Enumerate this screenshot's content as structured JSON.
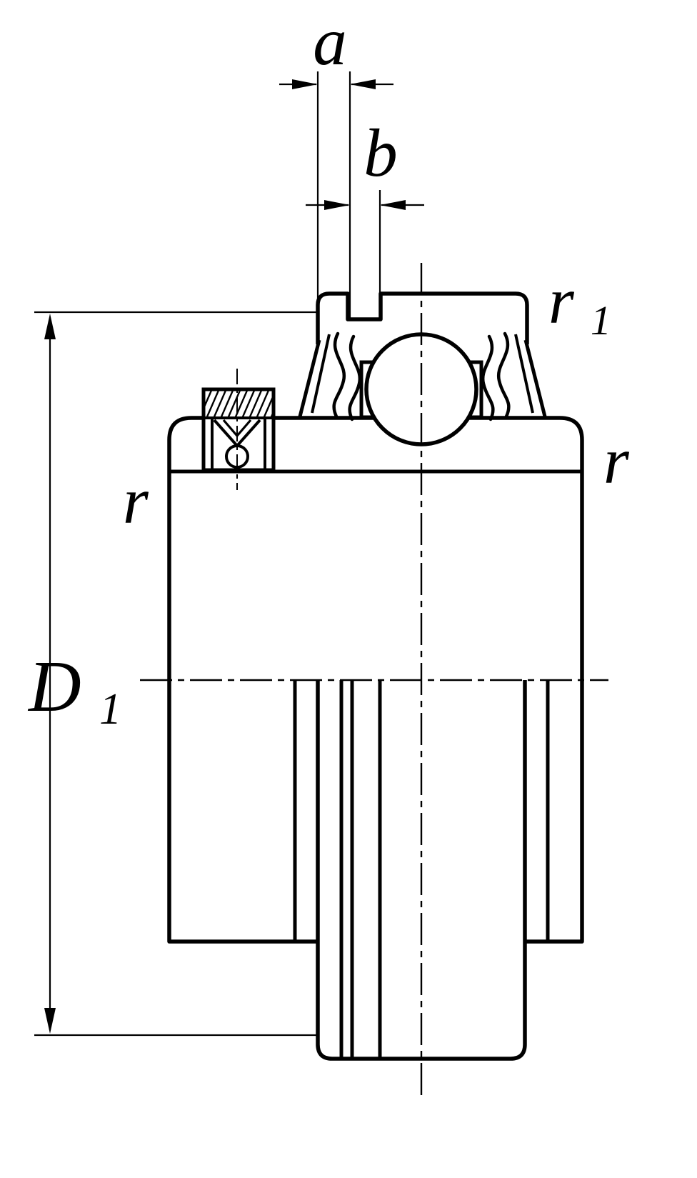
{
  "meta": {
    "background_color": "#ffffff",
    "line_color": "#000000",
    "figure_kind": "technical drawing"
  },
  "labels": {
    "a": "a",
    "b": "b",
    "r1_main": "r",
    "r1_sub": "1",
    "r_right": "r",
    "r_left": "r",
    "d1_main": "D",
    "d1_sub": "1"
  }
}
